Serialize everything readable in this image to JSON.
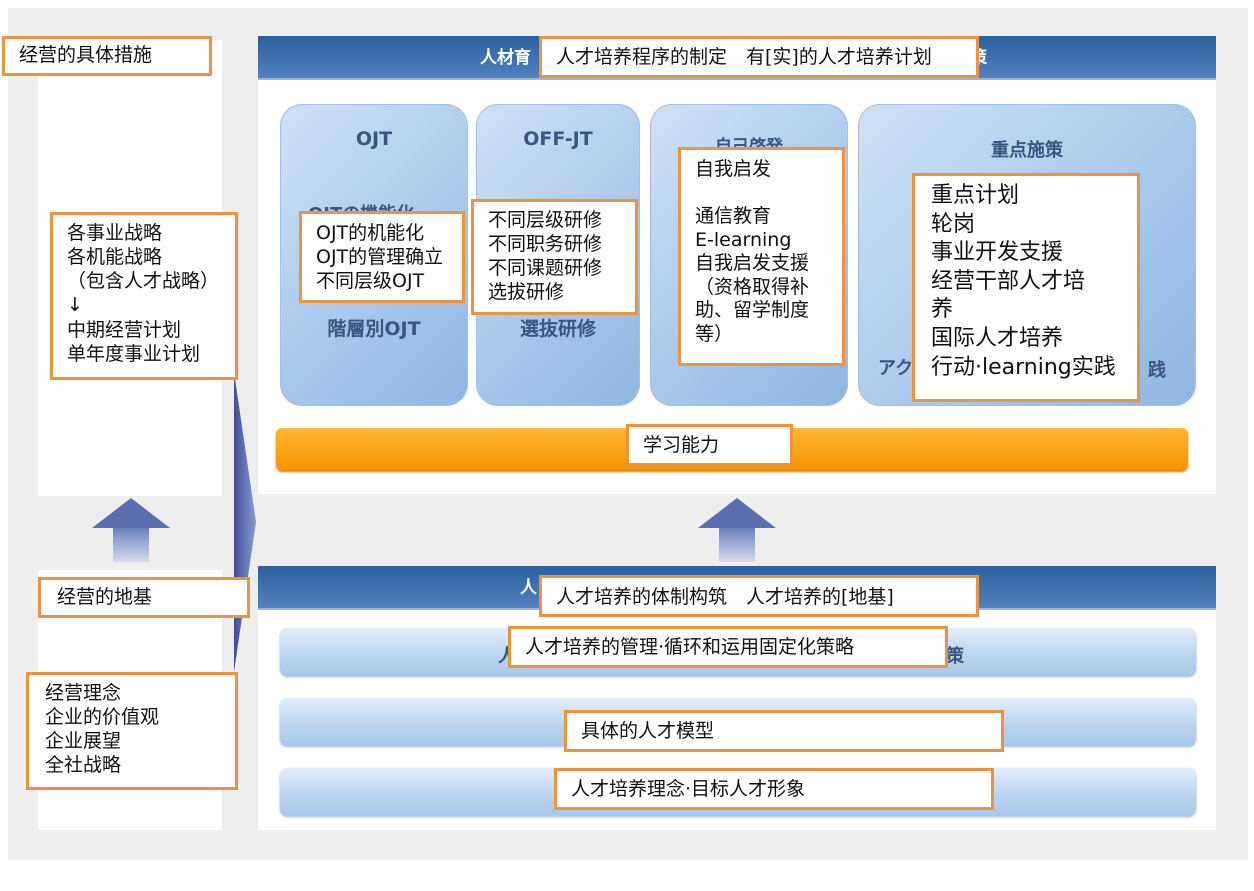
{
  "top_header": {
    "ghost_text": "人材育",
    "ghost_tail": "策",
    "label": "人才培养程序的制定　有[实]的人才培养计划"
  },
  "left_top": {
    "label": "经营的具体措施"
  },
  "strategy_box": {
    "text": "各事业战略\n各机能战略\n（包含人才战略）\n↓\n中期经营计划\n单年度事业计划"
  },
  "cards": {
    "ojt": {
      "title": "OJT",
      "ghost_line": "OJTの機能化",
      "ghost_bottom": "階層別OJT",
      "overlay": "OJT的机能化\nOJT的管理确立\n不同层级OJT"
    },
    "offjt": {
      "title": "OFF-JT",
      "ghost_bottom": "選抜研修",
      "overlay": "不同层级研修\n不同职务研修\n不同课题研修\n选拔研修"
    },
    "self": {
      "title": "自己啓発",
      "overlay": "自我启发\n\n通信教育\nE-learning\n自我启发支援\n（资格取得补\n助、留学制度\n等）"
    },
    "focus": {
      "title": "重点施策",
      "ghost_left": "アク",
      "ghost_right": "践",
      "overlay": "重点计划\n轮岗\n事业开发支援\n经营干部人才培\n养\n国际人才培养\n行动·learning实践"
    }
  },
  "learning_bar": {
    "label": "学习能力"
  },
  "bottom_header": {
    "ghost_text": "人",
    "label": "人才培养的体制构筑　人才培养的[地基]"
  },
  "left_bottom": {
    "label": "经营的地基"
  },
  "philosophy_box": {
    "text": "经营理念\n企业的价值观\n企业展望\n全社战略"
  },
  "bands": [
    {
      "ghost_left": "人",
      "ghost_right": "策",
      "label": "人才培养的管理·循环和运用固定化策略"
    },
    {
      "label": "具体的人才模型"
    },
    {
      "label": "人才培养理念·目标人才形象"
    }
  ],
  "colors": {
    "header_blue": "#2b5f9e",
    "card_blue": "#a9c9ec",
    "orange_bar": "#f59400",
    "box_border": "#f0913d",
    "arrow": "#5b6fb0"
  },
  "icons": [
    "up-arrow-icon",
    "right-arrow-icon"
  ]
}
